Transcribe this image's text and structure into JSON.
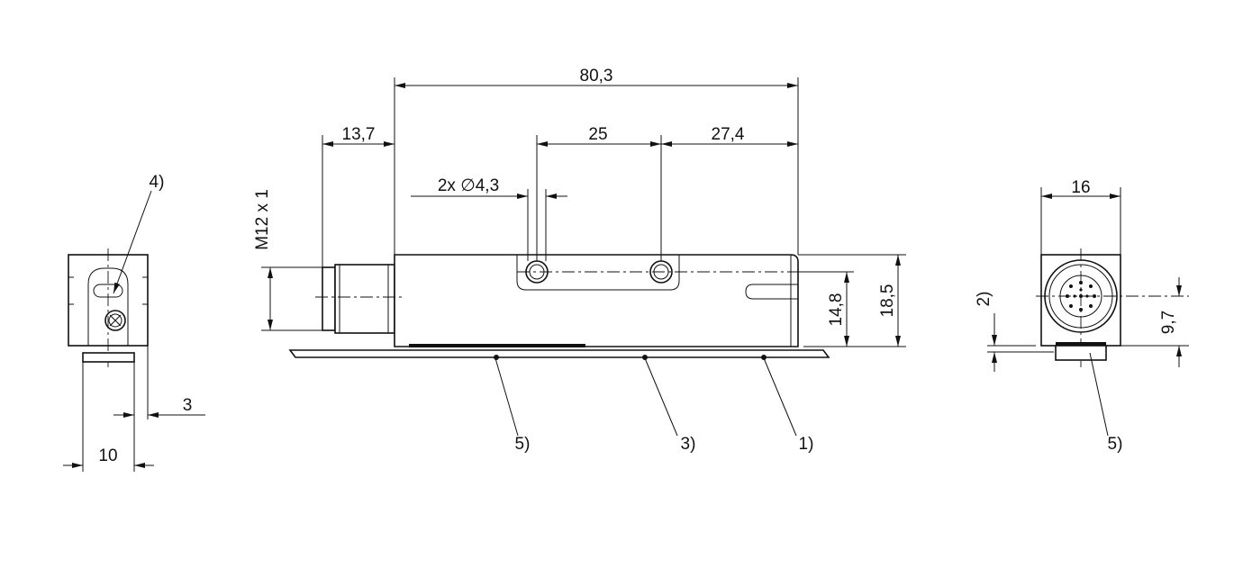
{
  "dimensions": {
    "overall_length": "80,3",
    "connector_offset": "13,7",
    "hole_spacing": "25",
    "hole_to_end": "27,4",
    "hole_diameter": "2x ∅4,3",
    "thread": "M12 x 1",
    "body_height": "14,8",
    "total_height": "18,5",
    "front_width": "16",
    "connector_center_height": "9,7",
    "side_width": "10",
    "side_offset": "3"
  },
  "callouts": {
    "c1": "1)",
    "c2": "2)",
    "c3": "3)",
    "c4": "4)",
    "c5_main": "5)",
    "c5_front": "5)"
  },
  "colors": {
    "line": "#111111",
    "background": "#ffffff"
  }
}
